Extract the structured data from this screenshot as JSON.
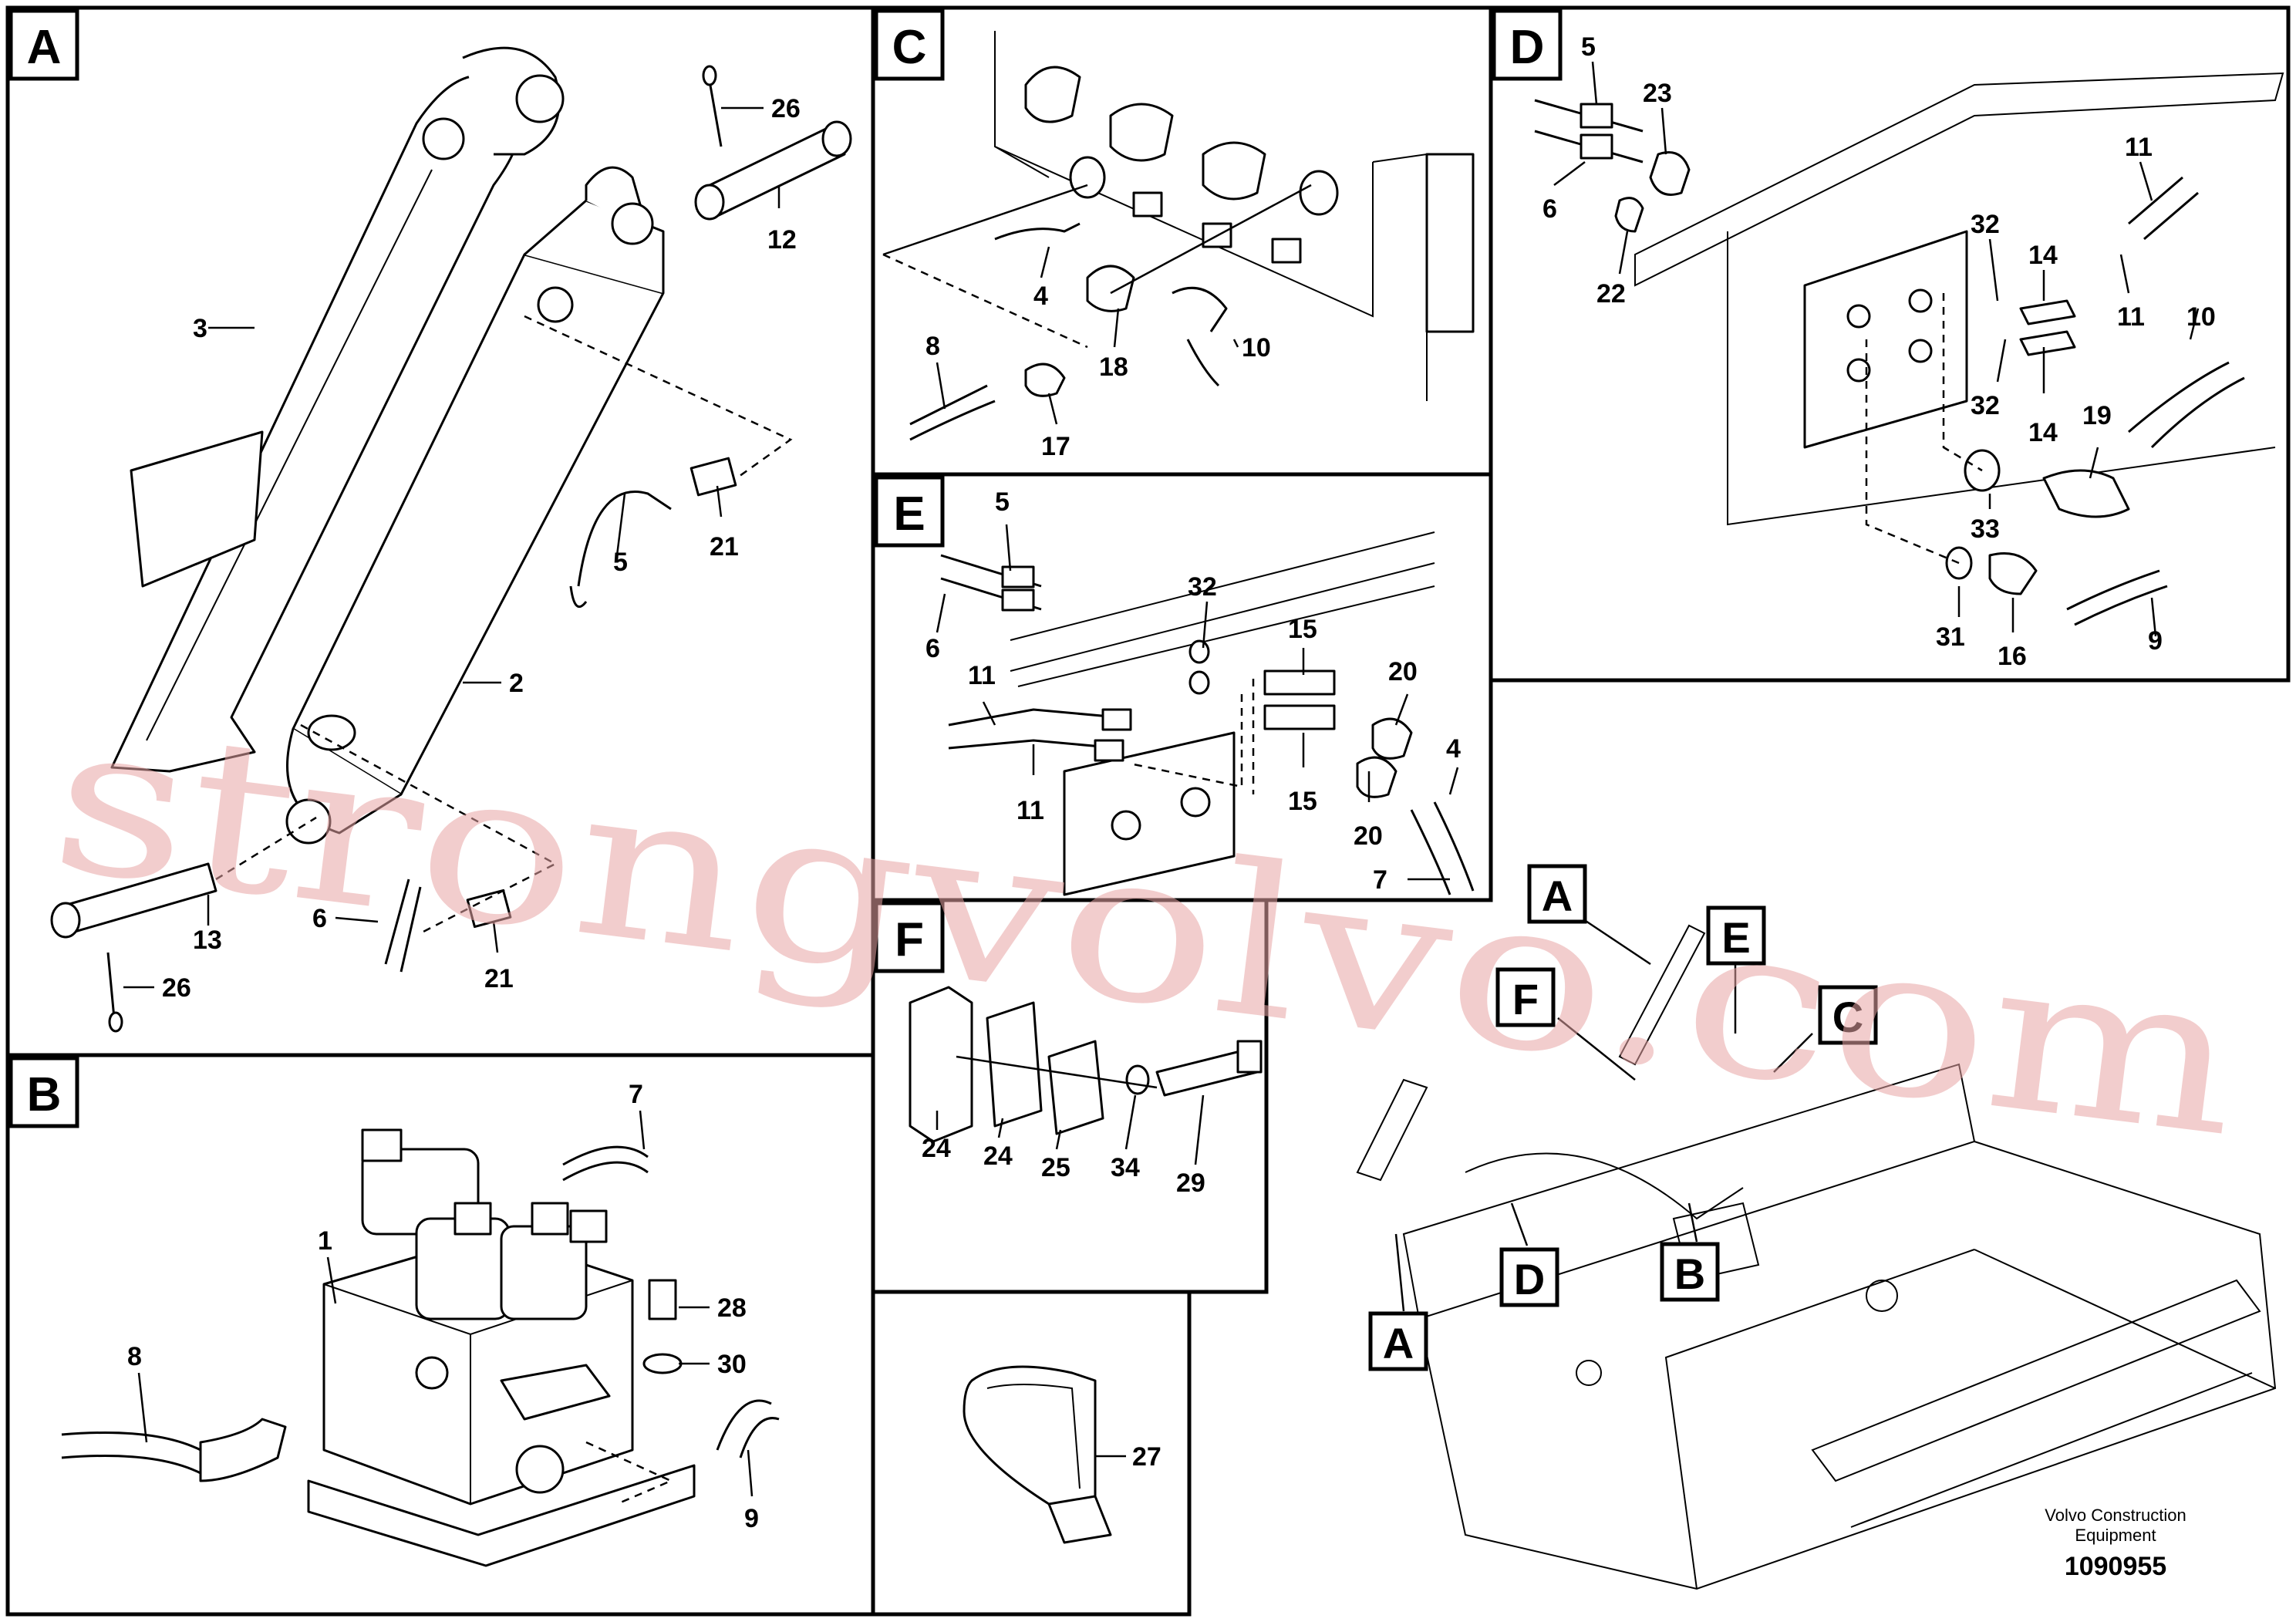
{
  "panels": [
    {
      "id": "A",
      "label": "A"
    },
    {
      "id": "B",
      "label": "B"
    },
    {
      "id": "C",
      "label": "C"
    },
    {
      "id": "D",
      "label": "D"
    },
    {
      "id": "E",
      "label": "E"
    },
    {
      "id": "F",
      "label": "F"
    },
    {
      "id": "G",
      "label": ""
    }
  ],
  "callouts": {
    "A": [
      "26",
      "12",
      "3",
      "5",
      "21",
      "2",
      "13",
      "6",
      "21",
      "26"
    ],
    "B": [
      "7",
      "1",
      "28",
      "30",
      "8",
      "9"
    ],
    "C": [
      "4",
      "8",
      "18",
      "10",
      "17"
    ],
    "D": [
      "5",
      "23",
      "6",
      "22",
      "11",
      "32",
      "14",
      "11",
      "10",
      "14",
      "32",
      "19",
      "33",
      "31",
      "16",
      "9"
    ],
    "E": [
      "5",
      "6",
      "32",
      "15",
      "20",
      "11",
      "4",
      "11",
      "15",
      "20",
      "7"
    ],
    "F": [
      "24",
      "24",
      "25",
      "34",
      "29"
    ],
    "G": [
      "27"
    ]
  },
  "overview": {
    "markers": [
      "A",
      "E",
      "F",
      "C",
      "A",
      "D",
      "B"
    ]
  },
  "watermark": "strongvolvo.com",
  "footer": {
    "company_line1": "Volvo Construction",
    "company_line2": "Equipment",
    "drawing_number": "1090955"
  }
}
